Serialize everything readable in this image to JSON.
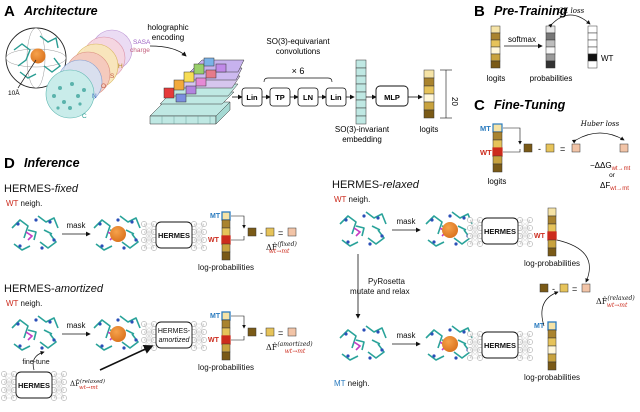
{
  "panels": {
    "a": {
      "letter": "A",
      "title": "Architecture"
    },
    "b": {
      "letter": "B",
      "title": "Pre-Training"
    },
    "c": {
      "letter": "C",
      "title": "Fine-Tuning"
    },
    "d": {
      "letter": "D",
      "title": "Inference"
    }
  },
  "architecture": {
    "radius": "10Å",
    "channels": [
      "SASA",
      "charge",
      "H",
      "S",
      "O",
      "N",
      "C"
    ],
    "encoding": [
      "holographic",
      "encoding"
    ],
    "conv": [
      "SO(3)-equivariant",
      "convolutions"
    ],
    "repeat": "× 6",
    "blocks": [
      "Lin",
      "TP",
      "LN",
      "Lin"
    ],
    "embedding": [
      "SO(3)-invariant",
      "embedding"
    ],
    "mlp": "MLP",
    "dim": "20",
    "logits": "logits"
  },
  "pretraining": {
    "softmax": "softmax",
    "ce_loss": "CE loss",
    "logits": "logits",
    "probabilities": "probabilities",
    "wt": "WT"
  },
  "finetuning": {
    "mt": "MT",
    "wt": "WT",
    "huber_loss": "Huber loss",
    "logits": "logits",
    "target1": "−ΔΔG",
    "target1_sub": "wt→mt",
    "or": "or",
    "target2": "ΔF",
    "target2_sub": "wt→mt"
  },
  "inference": {
    "fixed_title": "HERMES-fixed",
    "amortized_title": "HERMES-amortized",
    "relaxed_title": "HERMES-relaxed",
    "wt": "WT",
    "mt": "MT",
    "neigh": "neigh.",
    "mask": "mask",
    "hermes": "HERMES",
    "hermes_am1": "HERMES-",
    "hermes_am2": "amortized",
    "log_prob": "log-probabilities",
    "fine_tune": "fine-tune",
    "pyrosetta1": "PyRosetta",
    "pyrosetta2": "mutate and relax",
    "delta_fixed": "ΔF̂",
    "sup_fixed": "(fixed)",
    "sup_amortized": "(amortized)",
    "sup_relaxed": "(relaxed)",
    "sub": "wt→mt"
  },
  "colors": {
    "red": "#cc2b1d",
    "blue": "#2a7bbf",
    "gold": "#e6c35a",
    "brown": "#7a5a17",
    "peach": "#f2c4a7",
    "teal": "#bfe8e3",
    "orange": "#e08a2a"
  }
}
